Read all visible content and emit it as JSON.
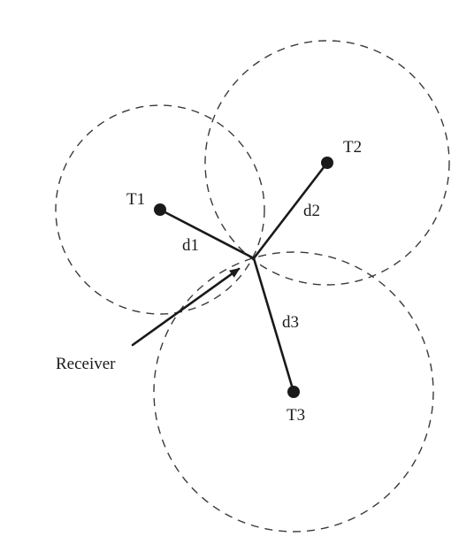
{
  "labels": {
    "t1": "T1",
    "t2": "T2",
    "t3": "T3",
    "d1": "d1",
    "d2": "d2",
    "d3": "d3",
    "receiver": "Receiver"
  },
  "colors": {
    "ink": "#1a1a1a",
    "dash": "#3a3a3a",
    "background": "#ffffff"
  }
}
